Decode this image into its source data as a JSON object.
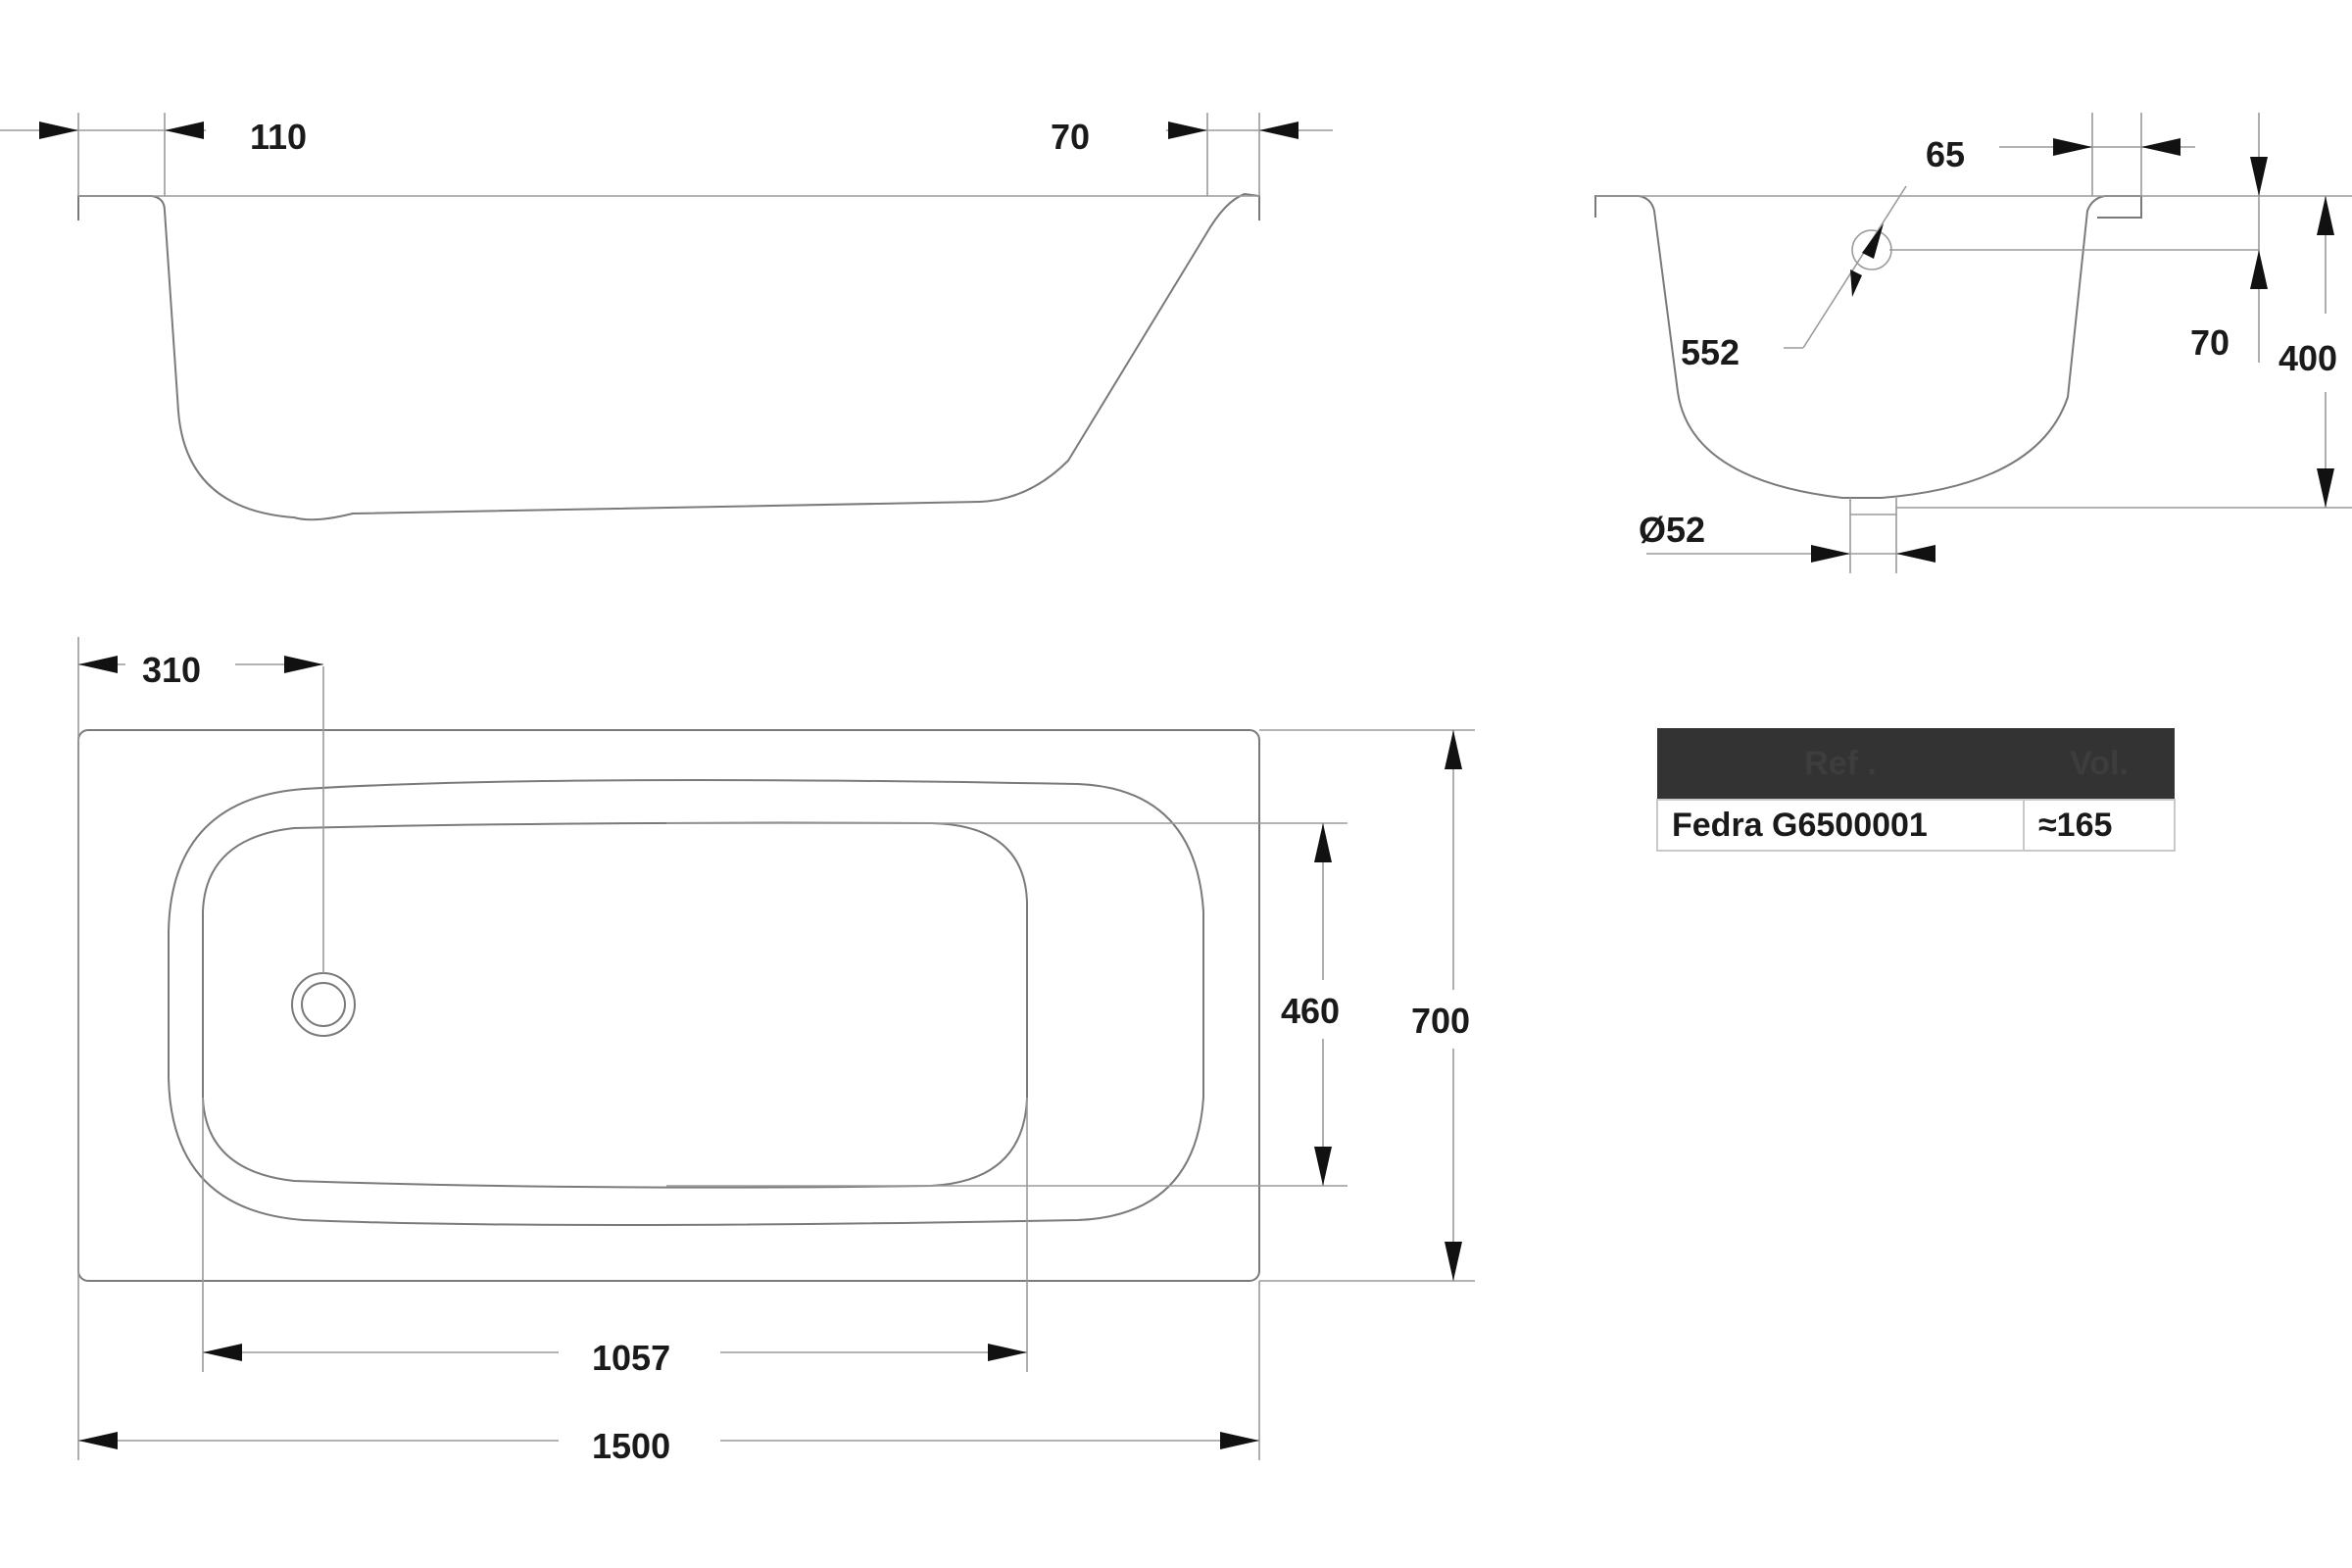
{
  "dimensions": {
    "side_left_rim": "110",
    "side_right_rim": "70",
    "end_rim": "65",
    "end_overflow_height": "552",
    "end_overflow_offset": "70",
    "end_depth": "400",
    "end_drain_diameter": "Ø52",
    "top_drain_offset": "310",
    "top_inner_width": "460",
    "top_outer_width": "700",
    "top_inner_length": "1057",
    "top_outer_length": "1500"
  },
  "table": {
    "headers": [
      "Ref .",
      "Vol."
    ],
    "rows": [
      [
        "Fedra G6500001",
        "≈165"
      ]
    ]
  }
}
